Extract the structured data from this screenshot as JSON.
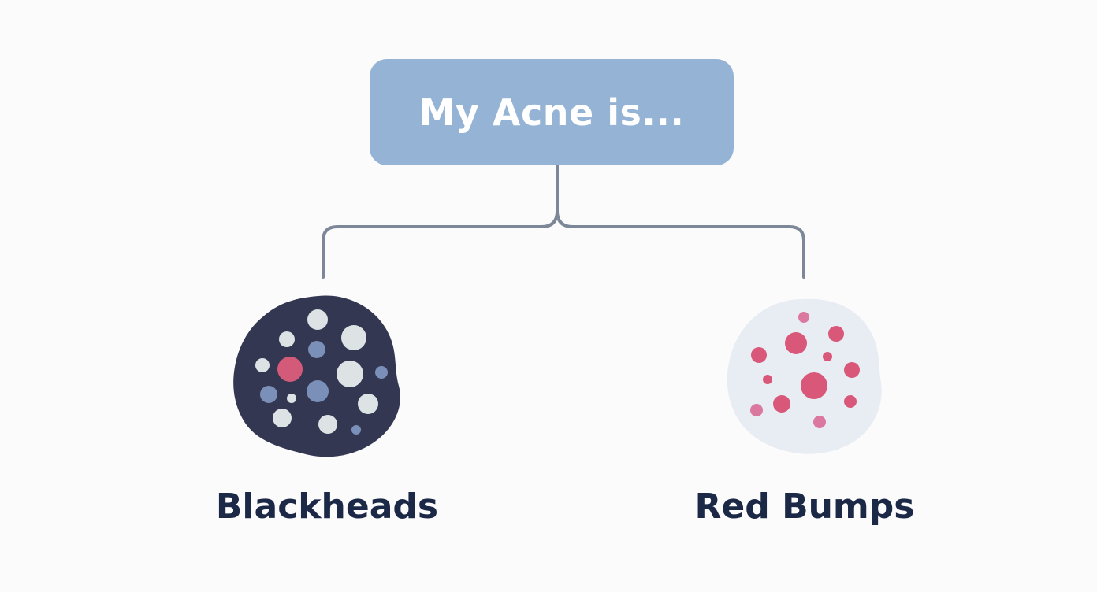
{
  "diagram": {
    "root": {
      "label": "My Acne is..."
    },
    "branches": [
      {
        "label": "Blackheads"
      },
      {
        "label": "Red Bumps"
      }
    ]
  },
  "colors": {
    "background": "#fbfbfb",
    "root_box": "#95b3d5",
    "connector": "#7c8797",
    "label_text": "#1b2846",
    "blackheads_blob": "#333752",
    "blackheads_dot_light": "#dde3e5",
    "blackheads_dot_blue": "#7b90b9",
    "blackheads_dot_pink": "#d45a7a",
    "redbumps_blob": "#e8ecf3",
    "redbumps_dot": "#d9587a",
    "redbumps_dot_soft": "#db78a0"
  },
  "icons": {
    "blackheads": "blackheads-blob-icon",
    "redbumps": "red-bumps-blob-icon"
  }
}
